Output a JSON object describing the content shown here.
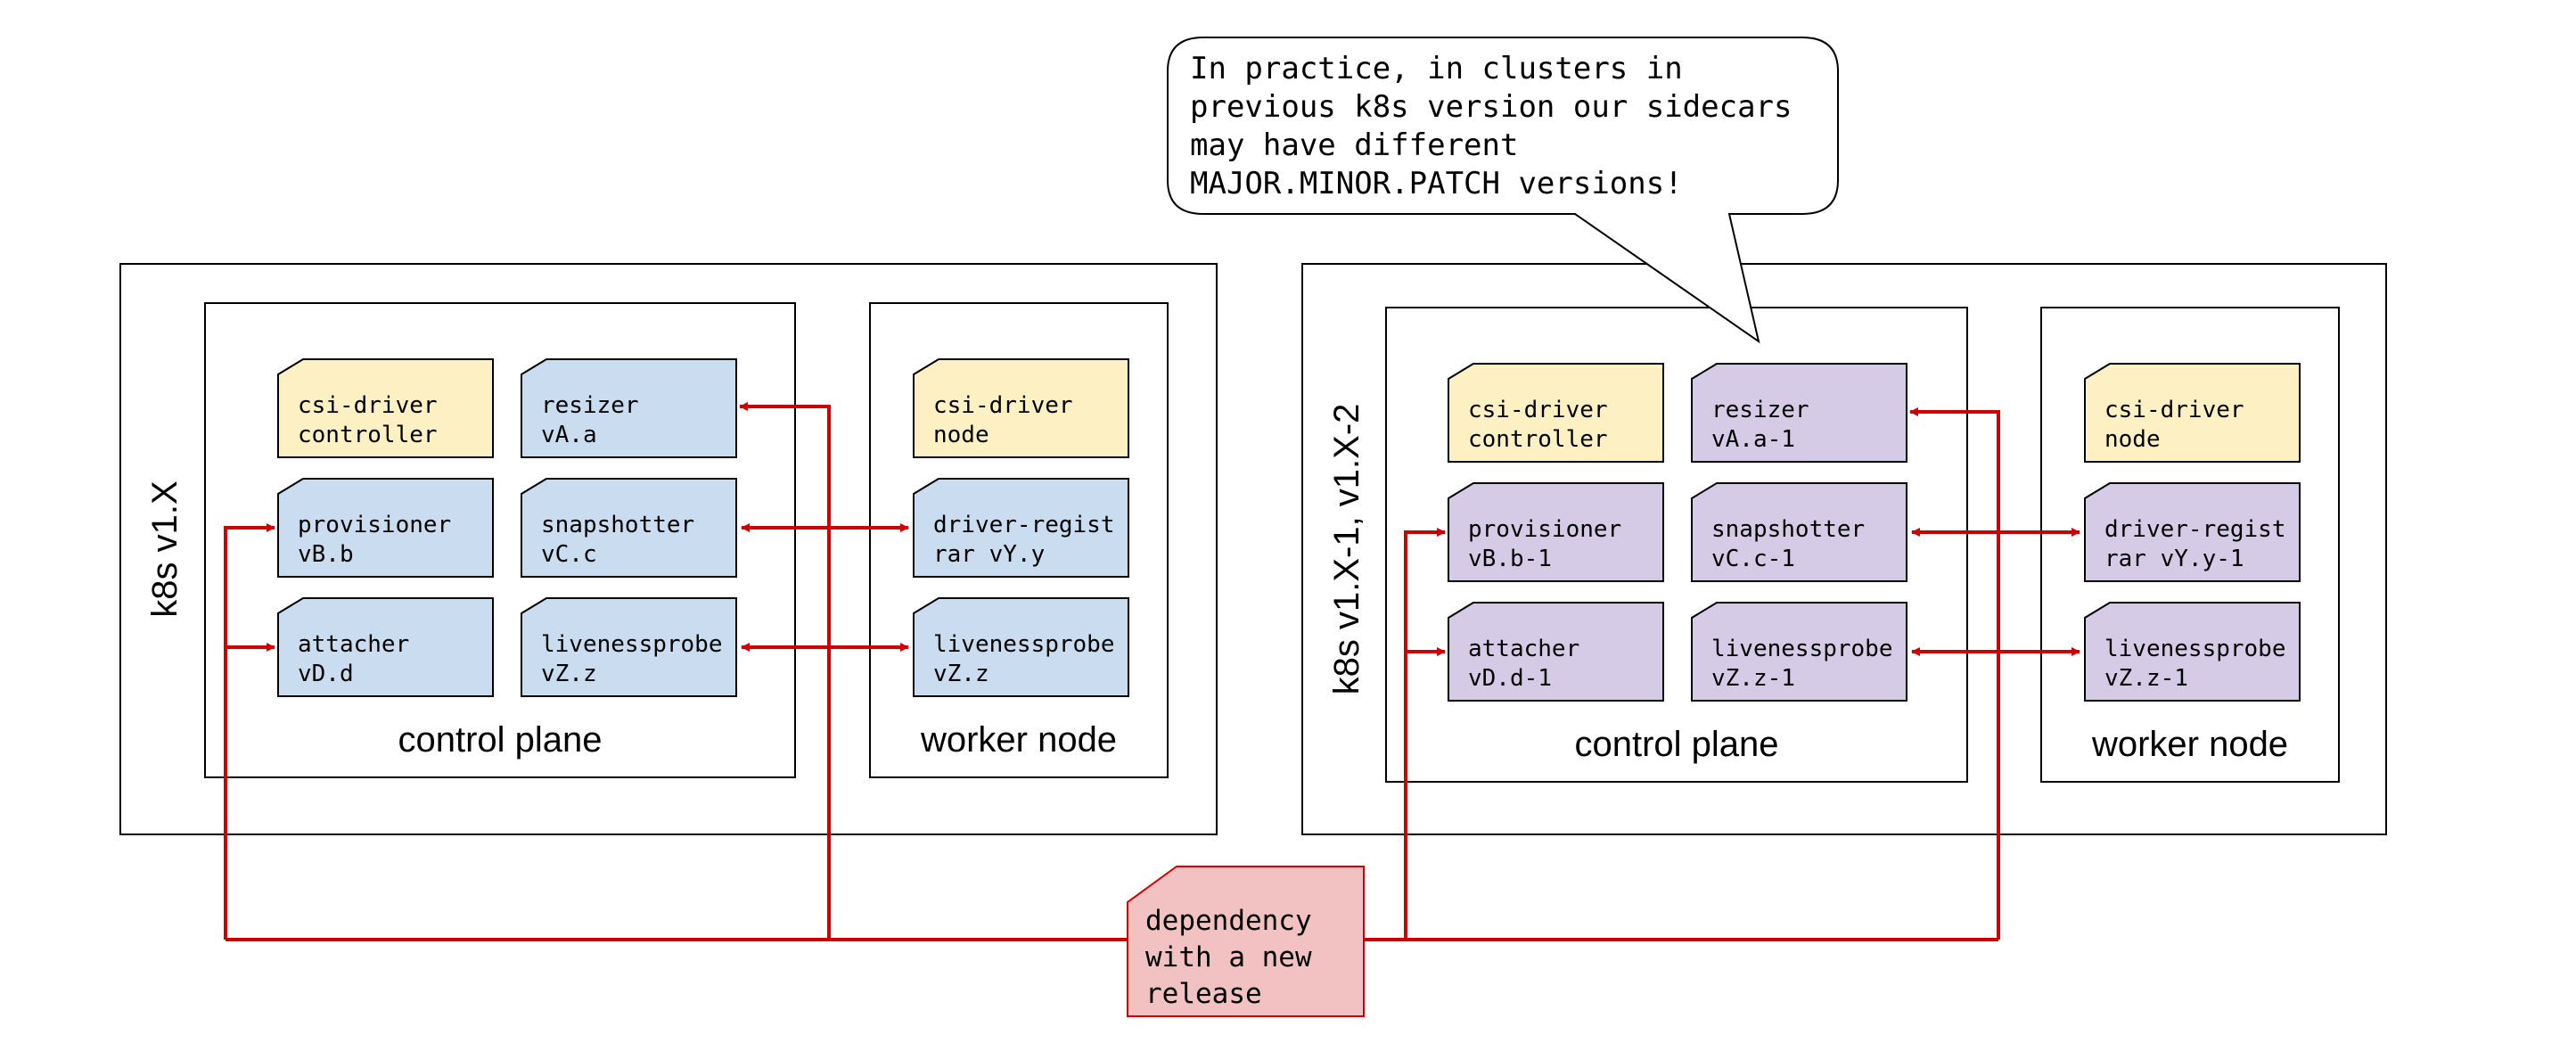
{
  "colors": {
    "blue": "#c9dcf0",
    "yellow": "#fdf0c3",
    "purple": "#d6cbe6",
    "red_box": "#f2c2c2",
    "red_line": "#cc0000",
    "border": "#000000"
  },
  "callout": {
    "lines": [
      "In practice, in clusters in",
      "previous k8s version our sidecars",
      "may have different",
      "MAJOR.MINOR.PATCH versions!"
    ]
  },
  "dependency_box": {
    "lines": [
      "dependency",
      "with a new",
      "release"
    ]
  },
  "left_cluster": {
    "label": "k8s v1.X",
    "control_plane_label": "control plane",
    "worker_node_label": "worker node",
    "cards": {
      "csi_driver_controller": [
        "csi-driver",
        "controller"
      ],
      "resizer": [
        "resizer",
        "vA.a"
      ],
      "provisioner": [
        "provisioner",
        "vB.b"
      ],
      "snapshotter": [
        "snapshotter",
        "vC.c"
      ],
      "attacher": [
        "attacher",
        "vD.d"
      ],
      "livenessprobe_cp": [
        "livenessprobe",
        "vZ.z"
      ],
      "csi_driver_node": [
        "csi-driver",
        "node"
      ],
      "driver_registrar": [
        "driver-regist",
        "rar vY.y"
      ],
      "livenessprobe_wn": [
        "livenessprobe",
        "vZ.z"
      ]
    }
  },
  "right_cluster": {
    "label": "k8s v1.X-1, v1.X-2",
    "control_plane_label": "control plane",
    "worker_node_label": "worker node",
    "cards": {
      "csi_driver_controller": [
        "csi-driver",
        "controller"
      ],
      "resizer": [
        "resizer",
        "vA.a-1"
      ],
      "provisioner": [
        "provisioner",
        "vB.b-1"
      ],
      "snapshotter": [
        "snapshotter",
        "vC.c-1"
      ],
      "attacher": [
        "attacher",
        "vD.d-1"
      ],
      "livenessprobe_cp": [
        "livenessprobe",
        "vZ.z-1"
      ],
      "csi_driver_node": [
        "csi-driver",
        "node"
      ],
      "driver_registrar": [
        "driver-regist",
        "rar vY.y-1"
      ],
      "livenessprobe_wn": [
        "livenessprobe",
        "vZ.z-1"
      ]
    }
  }
}
